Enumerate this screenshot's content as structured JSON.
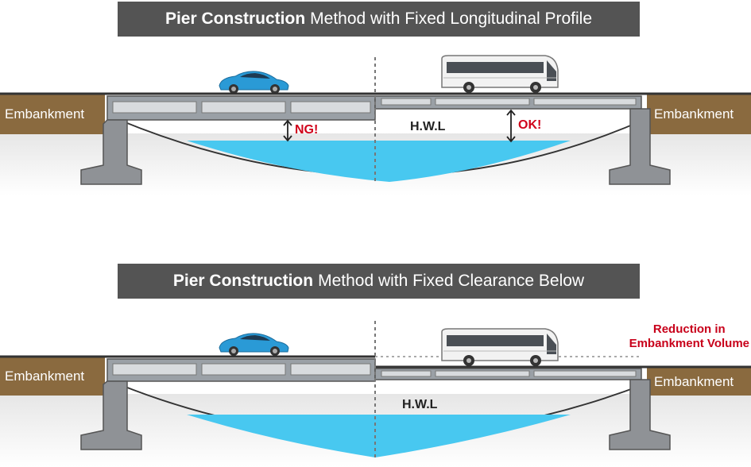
{
  "diagrams": [
    {
      "title_bold": "Pier Construction",
      "title_rest": "Method with Fixed Longitudinal Profile",
      "embankment_left": "Embankment",
      "embankment_right": "Embankment",
      "hwl": "H.W.L",
      "ng_label": "NG!",
      "ok_label": "OK!"
    },
    {
      "title_bold": "Pier Construction",
      "title_rest": "Method with Fixed Clearance Below",
      "embankment_left": "Embankment",
      "embankment_right": "Embankment",
      "hwl": "H.W.L",
      "reduction_line1": "Reduction in",
      "reduction_line2": "Embankment Volume"
    }
  ],
  "colors": {
    "title_bg": "#545454",
    "embankment": "#8a6a3f",
    "water": "#48c8f0",
    "warning_red": "#d0021b",
    "car": "#2a9ad6",
    "pier": "#8f9296"
  }
}
